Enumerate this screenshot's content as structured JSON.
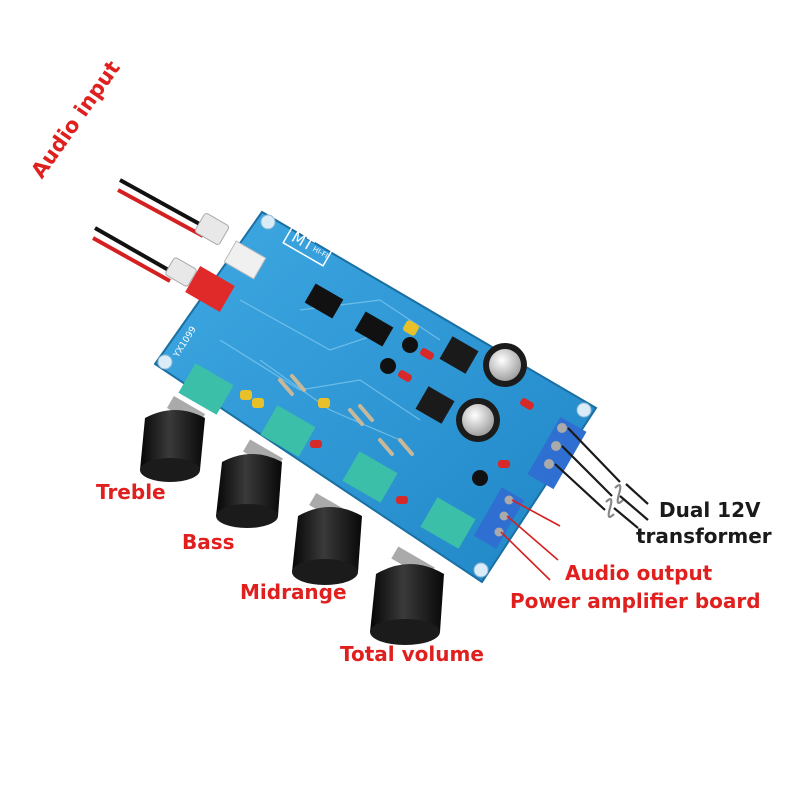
{
  "labels": {
    "audio_input": "Audio input",
    "treble": "Treble",
    "bass": "Bass",
    "midrange": "Midrange",
    "total_volume": "Total volume",
    "dual_12v": "Dual 12V",
    "transformer": "transformer",
    "audio_output": "Audio output",
    "power_amplifier_board": "Power amplifier board"
  },
  "board_silkscreen": {
    "logo": "MT",
    "brand": "HI-FI",
    "model": "YX1099"
  },
  "colors": {
    "label_red": "#e0201e",
    "label_black": "#1a1a1a",
    "pcb_blue": "#2e9ad6",
    "knob_black": "#151515",
    "pot_teal": "#3bbfa8",
    "terminal_blue": "#2f6fd1"
  }
}
